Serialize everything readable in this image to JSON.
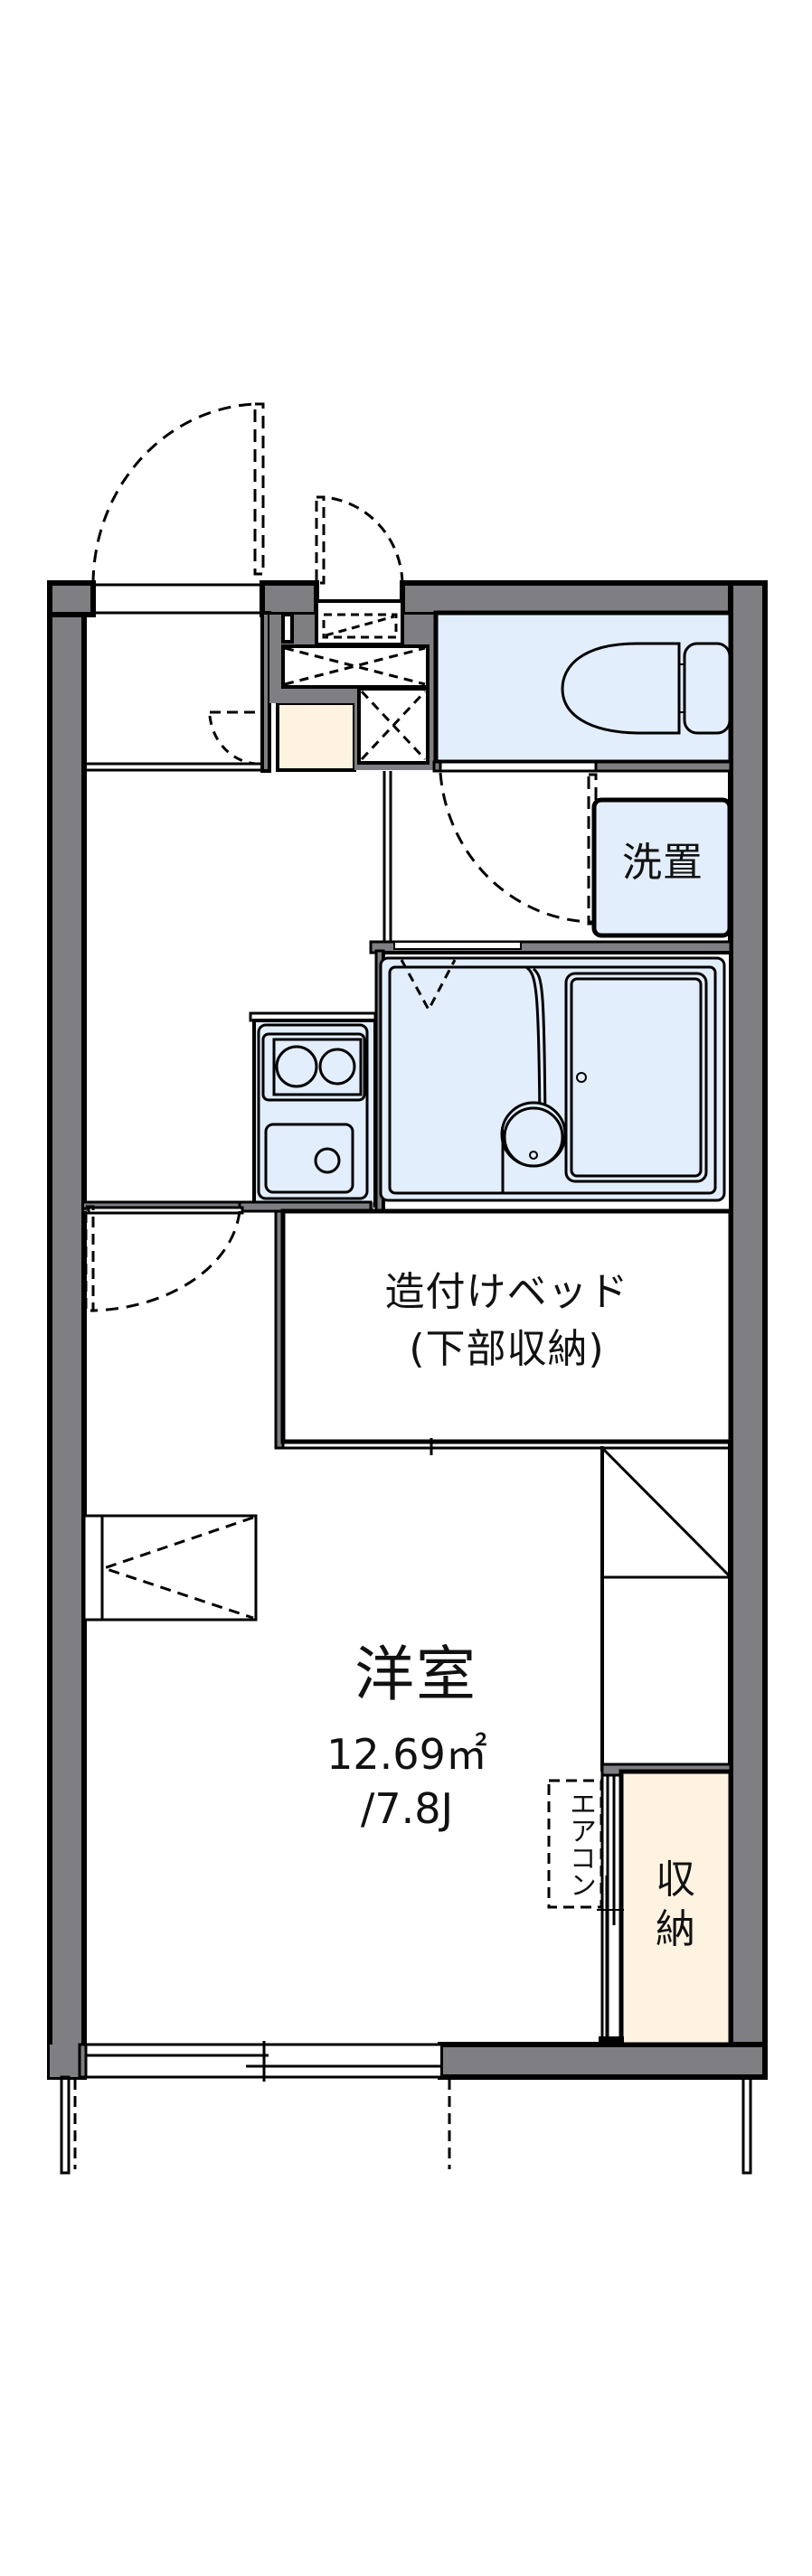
{
  "floorplan": {
    "colors": {
      "wall": "#7f7e83",
      "line": "#000000",
      "wet_area": "#e3eefc",
      "storage": "#fef3e0",
      "background": "#ffffff"
    },
    "rooms": {
      "western_room": {
        "name": "洋室",
        "area": "12.69㎡",
        "tatami": "/7.8J"
      },
      "built_in_bed": {
        "line1": "造付けベッド",
        "line2": "(下部収納)"
      },
      "washer_space": {
        "label": "洗置"
      },
      "storage": {
        "line1": "収",
        "line2": "納"
      },
      "aircon": {
        "label": "エアコン"
      }
    },
    "fixtures": [
      "entrance-door",
      "pipe-space-door",
      "toilet",
      "washing-machine-space",
      "unit-bath",
      "kitchen-stove",
      "kitchen-sink",
      "built-in-bed",
      "loft-ladder",
      "storage-closet",
      "air-conditioner",
      "balcony-window",
      "side-window"
    ]
  }
}
